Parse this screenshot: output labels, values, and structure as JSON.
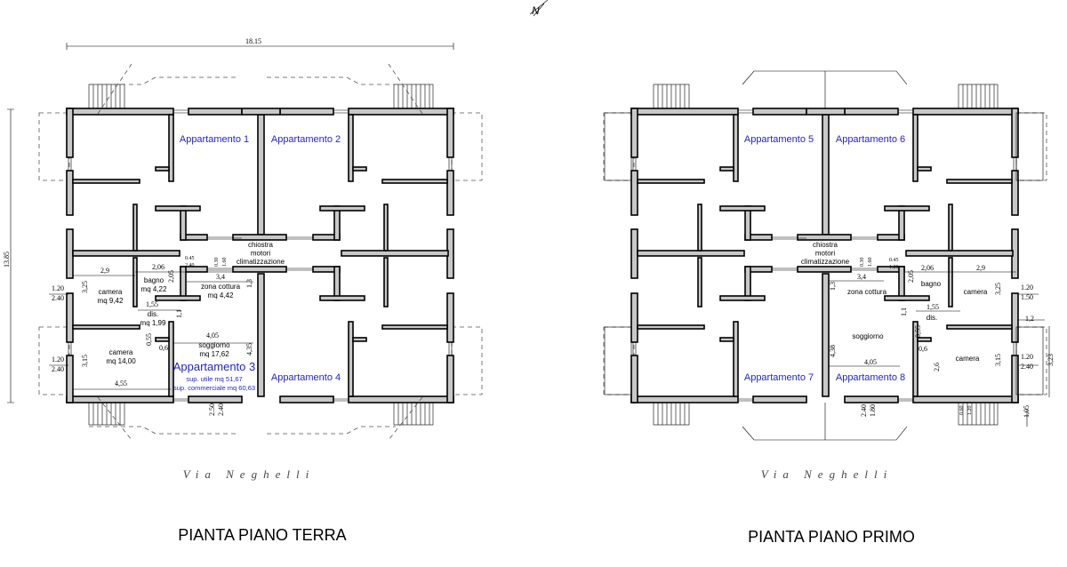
{
  "north_symbol": "N",
  "ground_floor": {
    "title": "PIANTA PIANO TERRA",
    "street": "Via Neghelli",
    "overall_width": "18.15",
    "overall_depth": "13.85",
    "apartments": [
      "Appartamento 1",
      "Appartamento 2",
      "Appartamento 3",
      "Appartamento 4"
    ],
    "apt3_area_useful": "sup. utile mq 51,67",
    "apt3_area_commercial": "sup. commerciale mq 60,63",
    "central_label": [
      "chiostra",
      "motori",
      "climatizzazione"
    ],
    "rooms": {
      "camera1": [
        "camera",
        "mq 9,42"
      ],
      "bagno": [
        "bagno",
        "mq 4,22"
      ],
      "zona_cottura": [
        "zona cottura",
        "mq 4,42"
      ],
      "dis": [
        "dis.",
        "mq 1,99"
      ],
      "camera2": [
        "camera",
        "mq 14,00"
      ],
      "soggiorno": [
        "soggiorno",
        "mq 17,62"
      ]
    },
    "dims": [
      "2,9",
      "2,06",
      "3,25",
      "2,05",
      "3,4",
      "1,3",
      "1,55",
      "1,1",
      "0,55",
      "0,6",
      "4,05",
      "4,35",
      "3,15",
      "4,55",
      "1.20",
      "2.40",
      "1.20",
      "2.40",
      "2.50",
      "2.40",
      "0.45",
      "2.40",
      "0.30",
      "1.60"
    ]
  },
  "first_floor": {
    "title": "PIANTA PIANO PRIMO",
    "street": "Via Neghelli",
    "apartments": [
      "Appartamento 5",
      "Appartamento 6",
      "Appartamento 7",
      "Appartamento 8"
    ],
    "central_label": [
      "chiostra",
      "motori",
      "climatizzazione"
    ],
    "rooms": {
      "zona_cottura": "zona cottura",
      "bagno": "bagno",
      "camera1": "camera",
      "dis": "dis.",
      "soggiorno": "soggiorno",
      "camera2": "camera"
    },
    "dims": [
      "3,4",
      "1,3",
      "2,05",
      "2,06",
      "2,9",
      "3,25",
      "1.20",
      "1.50",
      "1,55",
      "1,1",
      "1,2",
      "0,55",
      "0,6",
      "4,38",
      "4,05",
      "2,6",
      "3,15",
      "1.20",
      "2.40",
      "3,23",
      "2.40",
      "1.80",
      "0.60",
      "1.20",
      "1,05",
      "0.45",
      "1.20",
      "0.30",
      "1.60"
    ]
  }
}
